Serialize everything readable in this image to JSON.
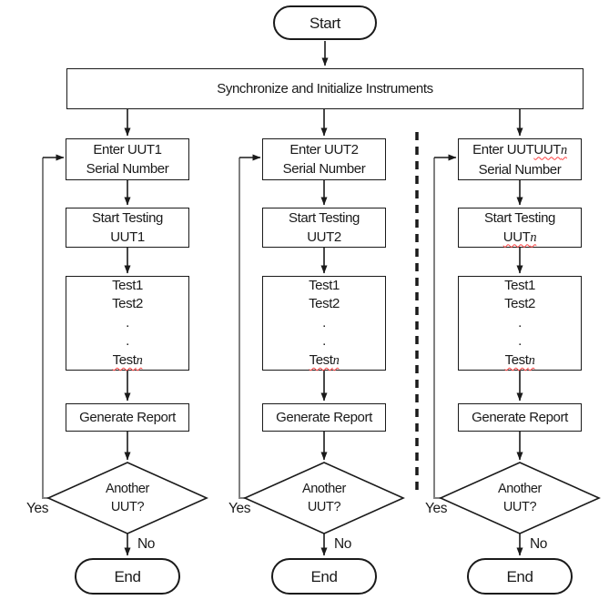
{
  "colors": {
    "background": "#ffffff",
    "line": "#1a1a1a",
    "loop_line": "#808080",
    "text": "#1a1a1a",
    "misspell": "#ff4040"
  },
  "start_label": "Start",
  "sync_label": "Synchronize and Initialize Instruments",
  "columns": [
    {
      "enter_prefix": "Enter UUT",
      "unit": "1",
      "serial_label": "Serial Number",
      "start_testing_label": "Start Testing",
      "unit_prefix": "UUT",
      "tests": {
        "line1": "Test1",
        "line2": "Test2",
        "dots": [
          ".",
          "."
        ],
        "last_prefix": "Test",
        "last_unit": "n"
      },
      "report_label": "Generate Report",
      "decision_line1": "Another",
      "decision_line2": "UUT?",
      "yes_label": "Yes",
      "no_label": "No",
      "end_label": "End"
    },
    {
      "enter_prefix": "Enter UUT",
      "unit": "2",
      "serial_label": "Serial Number",
      "start_testing_label": "Start Testing",
      "unit_prefix": "UUT",
      "tests": {
        "line1": "Test1",
        "line2": "Test2",
        "dots": [
          ".",
          "."
        ],
        "last_prefix": "Test",
        "last_unit": "n"
      },
      "report_label": "Generate Report",
      "decision_line1": "Another",
      "decision_line2": "UUT?",
      "yes_label": "Yes",
      "no_label": "No",
      "end_label": "End"
    },
    {
      "enter_prefix": "Enter UUT",
      "unit": "n",
      "serial_label": "Serial Number",
      "start_testing_label": "Start Testing",
      "unit_prefix": "UUT",
      "tests": {
        "line1": "Test1",
        "line2": "Test2",
        "dots": [
          ".",
          "."
        ],
        "last_prefix": "Test",
        "last_unit": "n"
      },
      "report_label": "Generate Report",
      "decision_line1": "Another",
      "decision_line2": "UUT?",
      "yes_label": "Yes",
      "no_label": "No",
      "end_label": "End"
    }
  ]
}
